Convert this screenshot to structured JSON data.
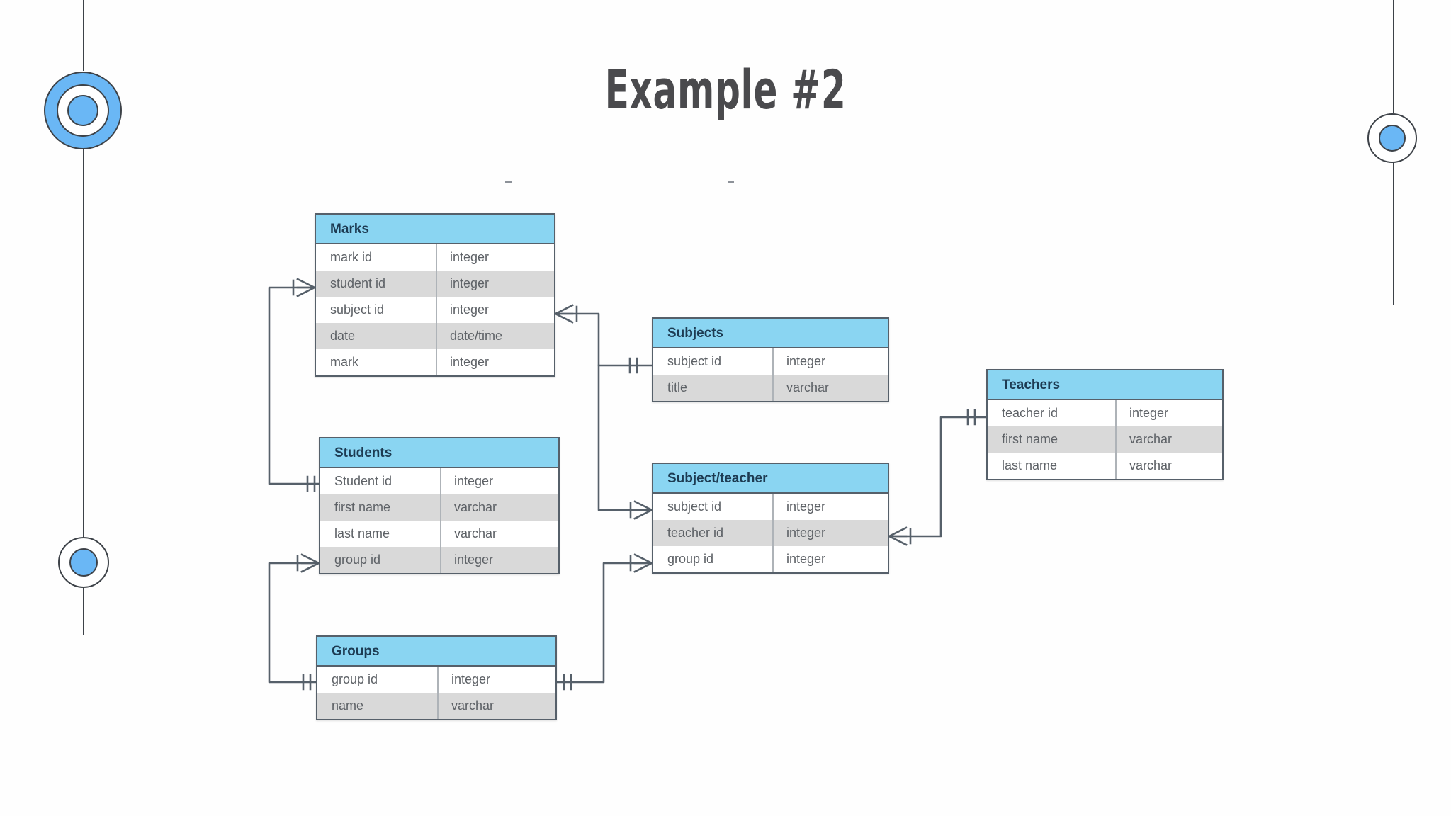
{
  "page": {
    "title": "Example #2",
    "background": "#ffffff",
    "accent_blue": "#8ad5f2",
    "rail_color": "#3d4248",
    "row_alt_color": "#d9d9d9",
    "border_color": "#56606a"
  },
  "decorations": [
    {
      "name": "bullseye-target",
      "position": "left-top",
      "colors": [
        "#6ab7f5",
        "#ffffff",
        "#6ab7f5"
      ]
    },
    {
      "name": "dot-circle",
      "position": "left-bottom",
      "colors": [
        "#ffffff",
        "#6ab7f5"
      ]
    },
    {
      "name": "dot-circle",
      "position": "right-top",
      "colors": [
        "#ffffff",
        "#6ab7f5"
      ]
    }
  ],
  "diagram": {
    "type": "entity-relationship",
    "notation": "crows-foot",
    "entities": [
      {
        "id": "marks",
        "name": "Marks",
        "columns": [
          {
            "name": "mark id",
            "type": "integer"
          },
          {
            "name": "student id",
            "type": "integer"
          },
          {
            "name": "subject id",
            "type": "integer"
          },
          {
            "name": "date",
            "type": "date/time"
          },
          {
            "name": "mark",
            "type": "integer"
          }
        ]
      },
      {
        "id": "students",
        "name": "Students",
        "columns": [
          {
            "name": "Student id",
            "type": "integer"
          },
          {
            "name": "first name",
            "type": "varchar"
          },
          {
            "name": "last name",
            "type": "varchar"
          },
          {
            "name": "group id",
            "type": "integer"
          }
        ]
      },
      {
        "id": "groups",
        "name": "Groups",
        "columns": [
          {
            "name": "group id",
            "type": "integer"
          },
          {
            "name": "name",
            "type": "varchar"
          }
        ]
      },
      {
        "id": "subjects",
        "name": "Subjects",
        "columns": [
          {
            "name": "subject id",
            "type": "integer"
          },
          {
            "name": "title",
            "type": "varchar"
          }
        ]
      },
      {
        "id": "subject_teacher",
        "name": "Subject/teacher",
        "columns": [
          {
            "name": "subject id",
            "type": "integer"
          },
          {
            "name": "teacher id",
            "type": "integer"
          },
          {
            "name": "group id",
            "type": "integer"
          }
        ]
      },
      {
        "id": "teachers",
        "name": "Teachers",
        "columns": [
          {
            "name": "teacher id",
            "type": "integer"
          },
          {
            "name": "first name",
            "type": "varchar"
          },
          {
            "name": "last name",
            "type": "varchar"
          }
        ]
      }
    ],
    "relationships": [
      {
        "from": "students.Student id",
        "to": "marks.student id",
        "cardinality": "one-to-many"
      },
      {
        "from": "subjects.subject id",
        "to": "marks.subject id",
        "cardinality": "one-to-many"
      },
      {
        "from": "subjects.subject id",
        "to": "subject_teacher.subject id",
        "cardinality": "one-to-many"
      },
      {
        "from": "teachers.teacher id",
        "to": "subject_teacher.teacher id",
        "cardinality": "one-to-many"
      },
      {
        "from": "groups.group id",
        "to": "students.group id",
        "cardinality": "one-to-many"
      },
      {
        "from": "groups.group id",
        "to": "subject_teacher.group id",
        "cardinality": "one-to-many"
      }
    ]
  }
}
